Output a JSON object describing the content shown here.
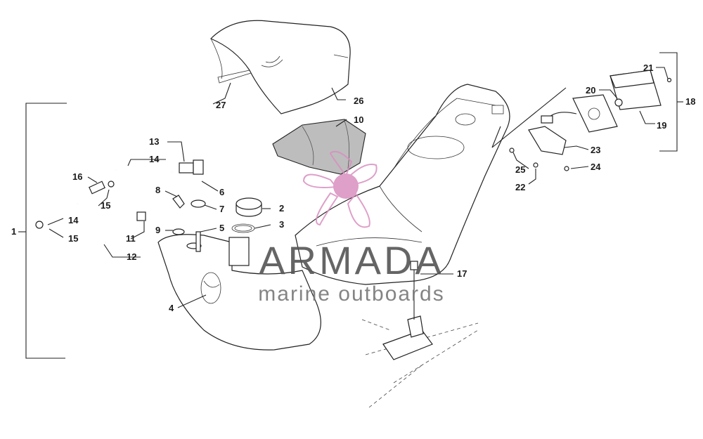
{
  "watermark": {
    "brand": "ARMADA",
    "tagline": "marine outboards",
    "logo_color": "#d98fbf",
    "text_color": "#555555"
  },
  "callouts": {
    "c1": "1",
    "c2": "2",
    "c3": "3",
    "c4": "4",
    "c5": "5",
    "c6": "6",
    "c7": "7",
    "c8": "8",
    "c9": "9",
    "c10": "10",
    "c11": "11",
    "c12": "12",
    "c13": "13",
    "c14a": "14",
    "c14b": "14",
    "c15a": "15",
    "c15b": "15",
    "c16": "16",
    "c17": "17",
    "c18": "18",
    "c19": "19",
    "c20": "20",
    "c21": "21",
    "c22": "22",
    "c23": "23",
    "c24": "24",
    "c25": "25",
    "c26": "26",
    "c27": "27"
  }
}
